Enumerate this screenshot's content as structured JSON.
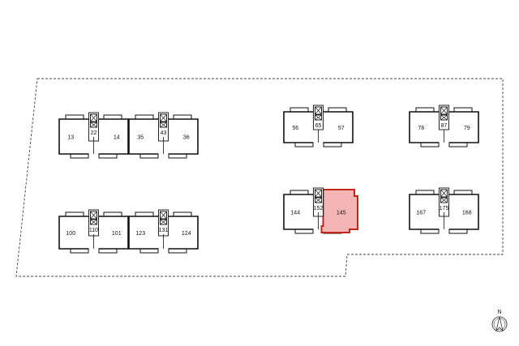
{
  "site_plan": {
    "buildings": [
      {
        "id": "b1",
        "units": [
          "13",
          "14"
        ],
        "core": "22"
      },
      {
        "id": "b2",
        "units": [
          "35",
          "36"
        ],
        "core": "43"
      },
      {
        "id": "b3",
        "units": [
          "56",
          "57"
        ],
        "core": "65"
      },
      {
        "id": "b4",
        "units": [
          "78",
          "79"
        ],
        "core": "87"
      },
      {
        "id": "b5",
        "units": [
          "100",
          "101"
        ],
        "core": "110"
      },
      {
        "id": "b6",
        "units": [
          "123",
          "124"
        ],
        "core": "131"
      },
      {
        "id": "b7",
        "units": [
          "144",
          "145"
        ],
        "core": "152"
      },
      {
        "id": "b8",
        "units": [
          "167",
          "168"
        ],
        "core": "175"
      }
    ],
    "selected_unit": "145",
    "highlight_color": "#c5241c",
    "highlight_fill": "#f4b6b4",
    "north_label": "N"
  }
}
